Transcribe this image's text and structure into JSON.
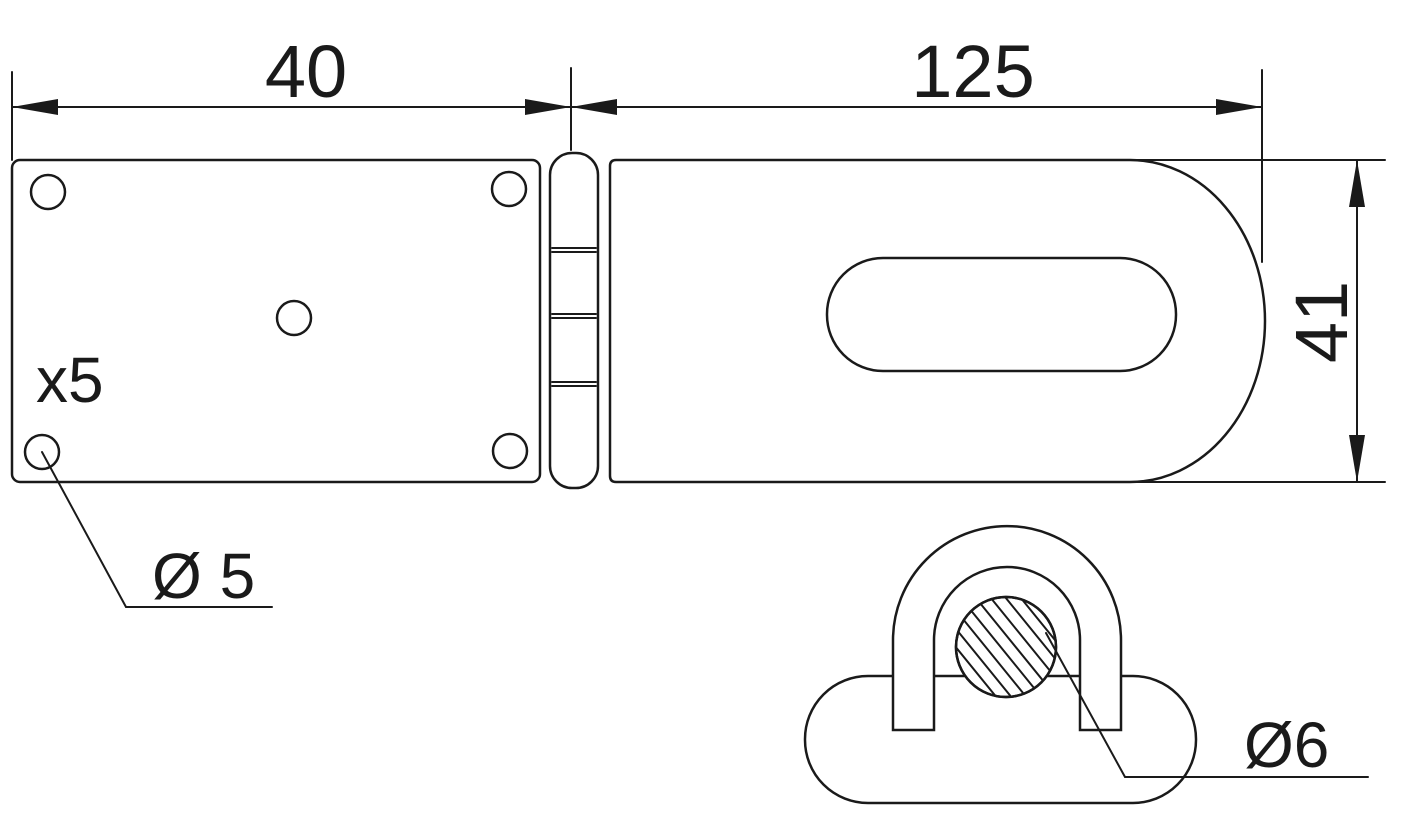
{
  "dimensions": {
    "plate_width": "40",
    "hasp_length": "125",
    "height": "41",
    "hole_count": "x5",
    "hole_diameter": "Ø 5",
    "rod_diameter": "Ø6"
  }
}
